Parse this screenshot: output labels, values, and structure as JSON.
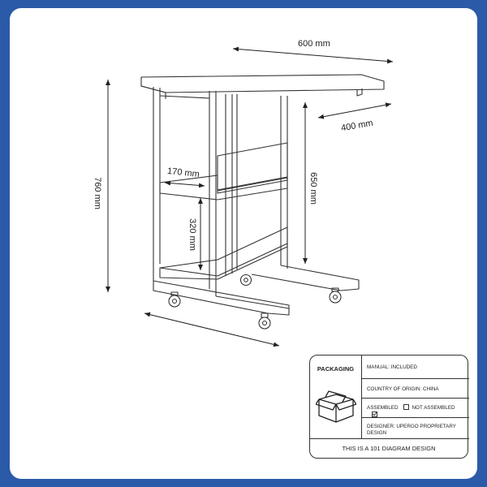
{
  "dimensions": {
    "width": "600 mm",
    "depth": "400 mm",
    "height": "760 mm",
    "leg_height": "650 mm",
    "shelf_width": "170 mm",
    "shelf_height": "320 mm"
  },
  "packaging": {
    "title": "PACKAGING",
    "manual": "MANUAL: INCLUDED",
    "country": "COUNTRY OF ORIGIN: CHINA",
    "assembled_label": "ASSEMBLED",
    "not_assembled_label": "NOT ASSEMBLED",
    "assembled": false,
    "designer": "DESIGNER: UPERGO PROPRIETARY DESIGN",
    "footer": "THIS IS A 101 DIAGRAM DESIGN",
    "icon": "box-icon"
  },
  "colors": {
    "border": "#2b5aa8",
    "line": "#333333"
  }
}
